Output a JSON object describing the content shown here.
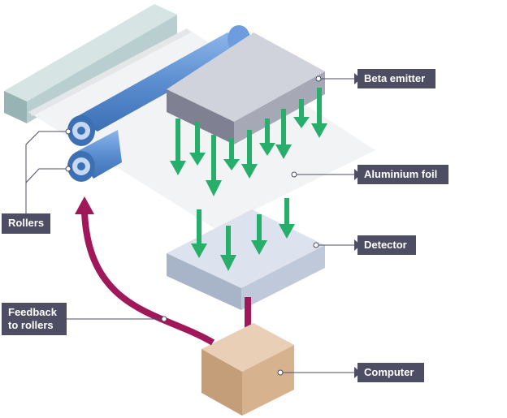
{
  "labels": {
    "beta_emitter": "Beta emitter",
    "aluminium_foil": "Aluminium foil",
    "detector": "Detector",
    "computer": "Computer",
    "rollers": "Rollers",
    "feedback_line1": "Feedback",
    "feedback_line2": "to rollers"
  },
  "colors": {
    "arrow_green": "#27ae6a",
    "feedback_arrow": "#a0185a",
    "callout_bg": "#4d4d63",
    "roller_blue": "#5b8ed0",
    "emitter_grey": "#a9acb8",
    "detector_blue": "#c6d0de",
    "computer_tan": "#d7b28f"
  }
}
